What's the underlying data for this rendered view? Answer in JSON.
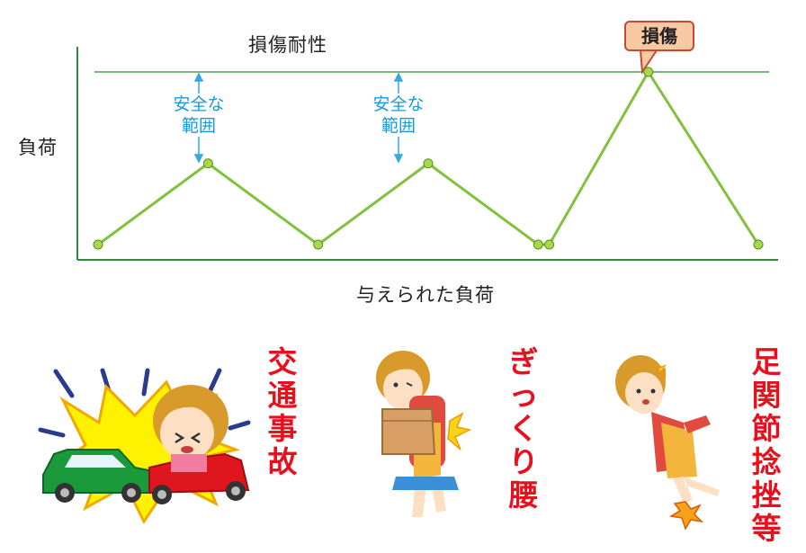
{
  "y_axis_label": "負荷",
  "x_axis_label": "与えられた負荷",
  "threshold_label": "損傷耐性",
  "safe_range_label_1": "安全な",
  "safe_range_label_2": "範囲",
  "damage_label": "損傷",
  "injuries": [
    {
      "label": "交通事故"
    },
    {
      "label": "ぎっくり腰"
    },
    {
      "label": "足関節捻挫等"
    }
  ],
  "colors": {
    "line": "#80c13e",
    "point": "#a8d84e",
    "axis": "#2e8b3e",
    "arrow": "#35a8e0",
    "injury_text": "#e8101c",
    "callout_fill": "#f9c9a4",
    "callout_border": "#c64a33"
  },
  "chart_data": {
    "type": "line",
    "xlabel": "与えられた負荷",
    "ylabel": "負荷",
    "threshold": {
      "label": "損傷耐性",
      "value": 1.0
    },
    "points": [
      {
        "x": 1,
        "y": 0.0
      },
      {
        "x": 2,
        "y": 0.47
      },
      {
        "x": 3,
        "y": 0.0
      },
      {
        "x": 4,
        "y": 0.47
      },
      {
        "x": 5,
        "y": 0.0
      },
      {
        "x": 5.1,
        "y": 0.0
      },
      {
        "x": 6,
        "y": 1.0
      },
      {
        "x": 7,
        "y": 0.0
      }
    ]
  }
}
